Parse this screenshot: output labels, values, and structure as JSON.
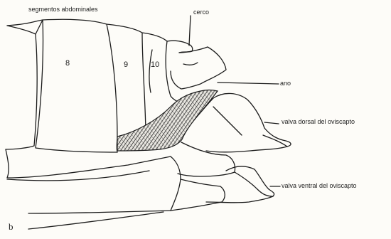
{
  "labels": {
    "abdominal_segments": "segmentos abdominales",
    "cercus": "cerco",
    "anus": "ano",
    "dorsal_valve": "valva dorsal del oviscapto",
    "ventral_valve": "valva ventral del oviscapto"
  },
  "segments": {
    "s8": "8",
    "s9": "9",
    "s10": "10"
  },
  "figure_letter": "b",
  "colors": {
    "ink": "#1c1c1c",
    "paper": "#fdfcf8",
    "hatch": "#2a2a2a"
  }
}
